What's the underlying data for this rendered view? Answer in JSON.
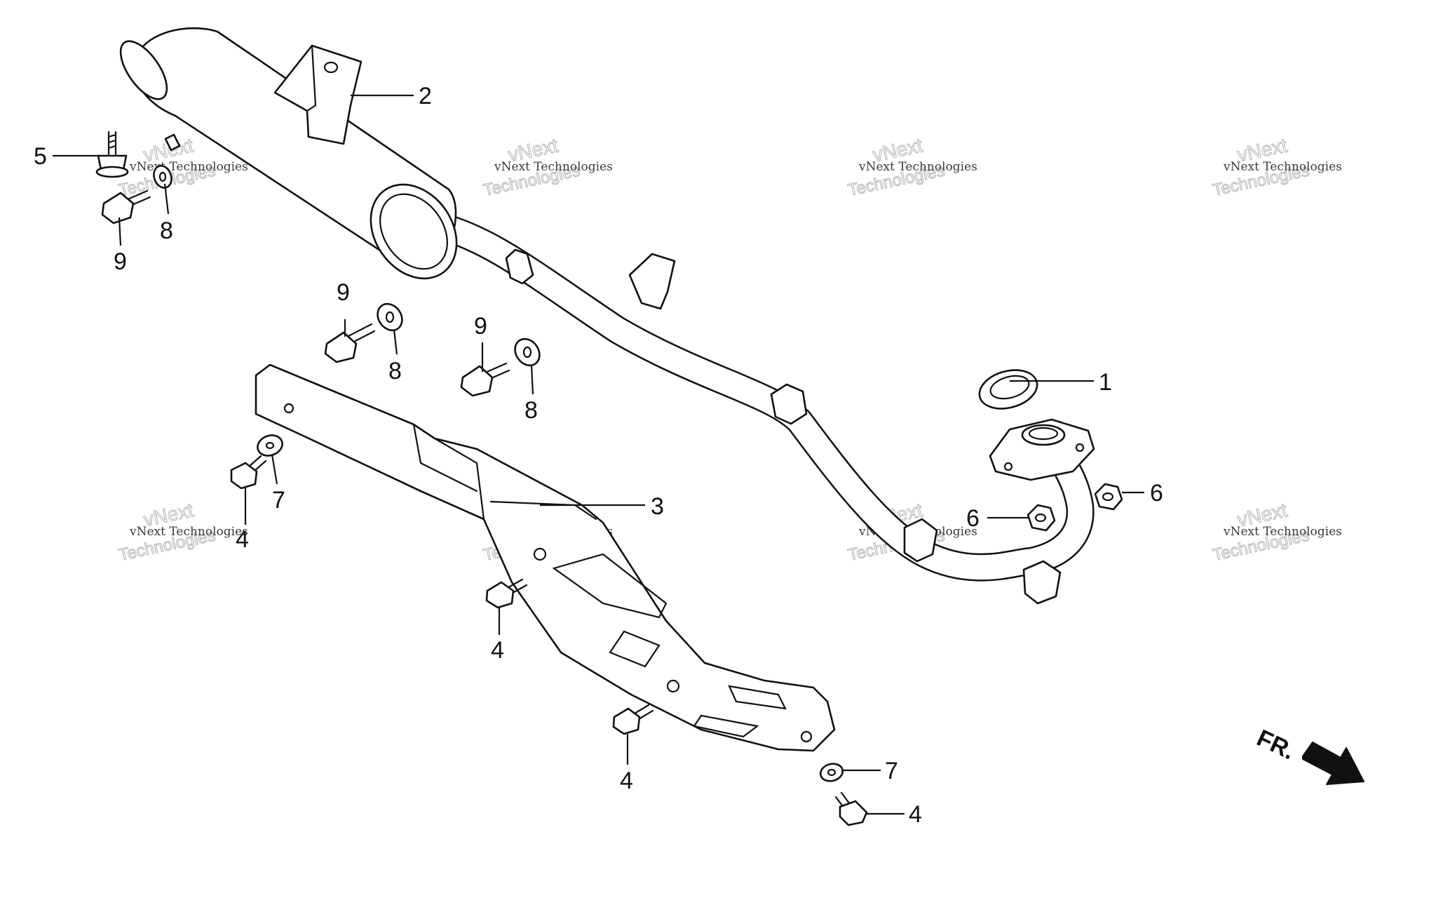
{
  "callouts": [
    {
      "id": "c1",
      "text": "1"
    },
    {
      "id": "c2",
      "text": "2"
    },
    {
      "id": "c3",
      "text": "3"
    },
    {
      "id": "c4a",
      "text": "4"
    },
    {
      "id": "c4b",
      "text": "4"
    },
    {
      "id": "c4c",
      "text": "4"
    },
    {
      "id": "c4d",
      "text": "4"
    },
    {
      "id": "c5",
      "text": "5"
    },
    {
      "id": "c6a",
      "text": "6"
    },
    {
      "id": "c6b",
      "text": "6"
    },
    {
      "id": "c7a",
      "text": "7"
    },
    {
      "id": "c7b",
      "text": "7"
    },
    {
      "id": "c8a",
      "text": "8"
    },
    {
      "id": "c8b",
      "text": "8"
    },
    {
      "id": "c8c",
      "text": "8"
    },
    {
      "id": "c9a",
      "text": "9"
    },
    {
      "id": "c9b",
      "text": "9"
    },
    {
      "id": "c9c",
      "text": "9"
    }
  ],
  "direction_label": "FR.",
  "watermark": {
    "line1": "vNext Technologies",
    "line2": "vNext",
    "line3": "Technologies"
  }
}
